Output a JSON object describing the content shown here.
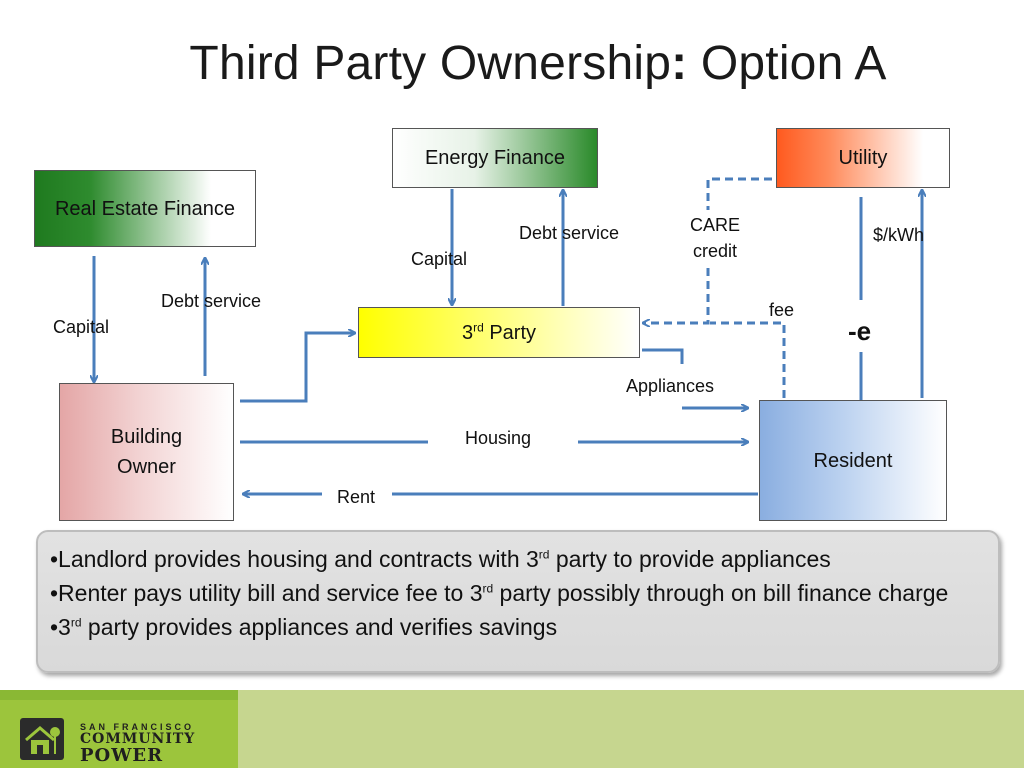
{
  "title": {
    "main": "Third Party Ownership",
    "colon": ":",
    "option": " Option A"
  },
  "nodes": {
    "real_estate_finance": "Real Estate Finance",
    "energy_finance": "Energy Finance",
    "utility": "Utility",
    "third_party": {
      "base": "3",
      "sup": "rd",
      "rest": " Party"
    },
    "building_owner": {
      "line1": "Building",
      "line2": "Owner"
    },
    "resident": "Resident"
  },
  "labels": {
    "capital_left": "Capital",
    "debt_left": "Debt service",
    "capital_mid": "Capital",
    "debt_mid": "Debt service",
    "care_line1": "CARE",
    "care_line2": "credit",
    "kwh": "$/kWh",
    "fee": "fee",
    "e": "-e",
    "appliances": "Appliances",
    "housing": "Housing",
    "rent": "Rent"
  },
  "notes": [
    {
      "pre": "•Landlord provides housing and contracts with 3",
      "sup": "rd",
      "post": " party to provide appliances"
    },
    {
      "pre": "•Renter pays utility bill and service fee to 3",
      "sup": "rd",
      "post": " party possibly through on bill finance charge"
    },
    {
      "pre": "•3",
      "sup": "rd",
      "post": " party provides appliances and verifies savings"
    }
  ],
  "logo": {
    "small": "SAN FRANCISCO",
    "line1": "COMMUNITY",
    "line2": "POWER"
  },
  "colors": {
    "arrow": "#4a7ebb",
    "note_bg": "#dcdcdc",
    "footer": "#c6d68f",
    "logo_green": "#9cc53c"
  }
}
